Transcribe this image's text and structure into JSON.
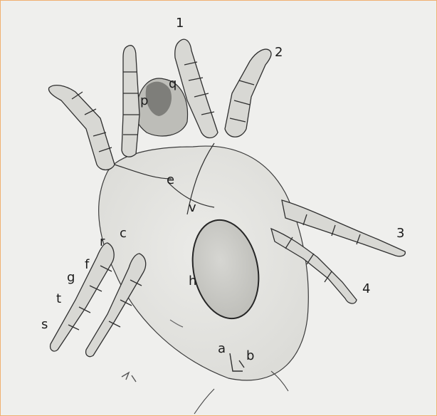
{
  "colors": {
    "paper": "#efefed",
    "ink": "#2a2a2a",
    "body_shade": "#d9d9d6",
    "egg_fill": "#c8c8c4",
    "frame_border": "#f0b070"
  },
  "labels": {
    "leg_1": "1",
    "leg_2": "2",
    "leg_3": "3",
    "leg_4": "4",
    "p": "p",
    "q": "q",
    "e": "e",
    "v": "v",
    "r": "r",
    "c": "c",
    "f": "f",
    "g": "g",
    "t": "t",
    "s": "s",
    "h": "h",
    "a": "a",
    "b": "b"
  }
}
